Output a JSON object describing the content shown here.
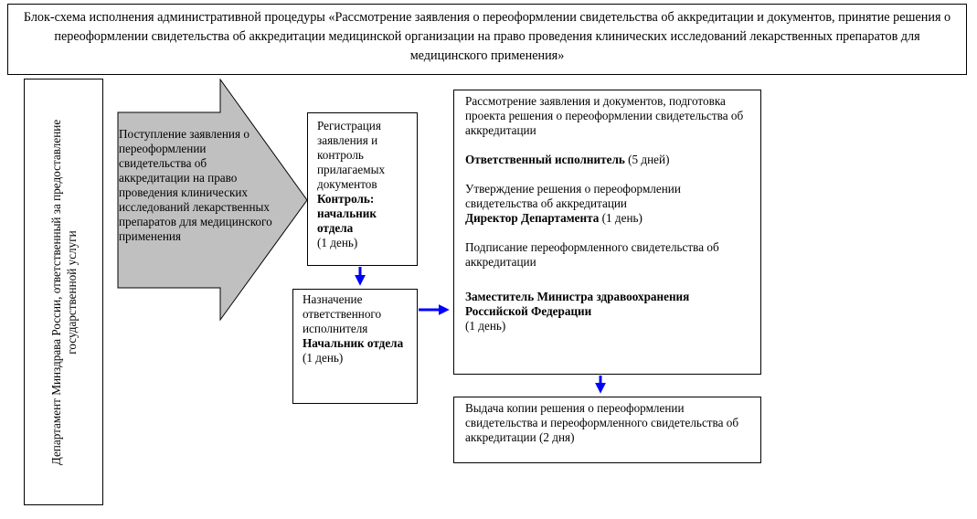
{
  "title": "Блок-схема исполнения административной процедуры «Рассмотрение заявления о переоформлении свидетельства об аккредитации и документов, принятие решения о переоформлении свидетельства об аккредитации медицинской организации на право проведения клинических исследований лекарственных препаратов для медицинского применения»",
  "department_label": "Департамент Минздрава России, ответственный за предоставление государственной услуги",
  "arrow_text": "Поступление заявления о переоформлении свидетельства об аккредитации на право проведения клинических исследований лекарственных препаратов для медицинского применения",
  "registration": {
    "text": "Регистрация заявления и контроль прилагаемых документов",
    "control_label": "Контроль: начальник отдела",
    "duration": "(1 день)"
  },
  "assignment": {
    "text": "Назначение ответственного исполнителя",
    "responsible": "Начальник отдела",
    "duration": "(1 день)"
  },
  "review": {
    "step1_text": "Рассмотрение заявления и документов, подготовка проекта решения о переоформлении свидетельства об аккредитации",
    "step1_responsible": "Ответственный исполнитель",
    "step1_duration": " (5 дней)",
    "step2_text": "Утверждение решения о переоформлении свидетельства об аккредитации",
    "step2_responsible": "Директор Департамента",
    "step2_duration": " (1 день)",
    "step3_text": "Подписание переоформленного свидетельства об аккредитации",
    "step3_responsible": "Заместитель Министра здравоохранения Российской Федерации",
    "step3_duration": "(1 день)"
  },
  "issuance": {
    "text": "Выдача копии решения о переоформлении свидетельства и переоформленного свидетельства об аккредитации (2 дня)"
  },
  "colors": {
    "arrow_fill": "#c0c0c0",
    "connector": "#0000ff",
    "border": "#000000"
  }
}
